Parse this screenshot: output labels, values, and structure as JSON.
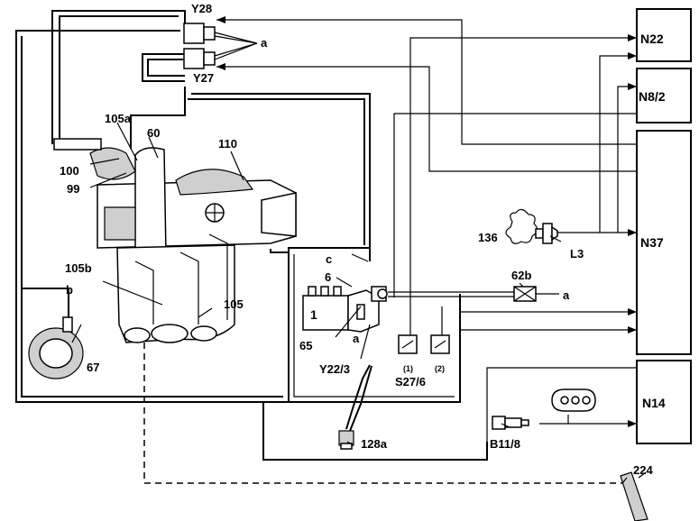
{
  "diagram": {
    "labels": {
      "y28": "Y28",
      "y27": "Y27",
      "a_top": "a",
      "n22": "N22",
      "n8_2": "N8/2",
      "n37": "N37",
      "n14": "N14",
      "l105a": "105a",
      "l60": "60",
      "l110": "110",
      "l100": "100",
      "l99": "99",
      "l136": "136",
      "l3": "L3",
      "lc": "c",
      "l6": "6",
      "l1": "1",
      "l62b": "62b",
      "a_62b": "a",
      "l105b": "105b",
      "lb": "b",
      "l105": "105",
      "l65": "65",
      "a_65": "a",
      "ly22_3": "Y22/3",
      "s27_6": "S27/6",
      "sw1": "(1)",
      "sw2": "(2)",
      "l67": "67",
      "l128a": "128a",
      "lb11_8": "B11/8",
      "l224": "224"
    }
  }
}
